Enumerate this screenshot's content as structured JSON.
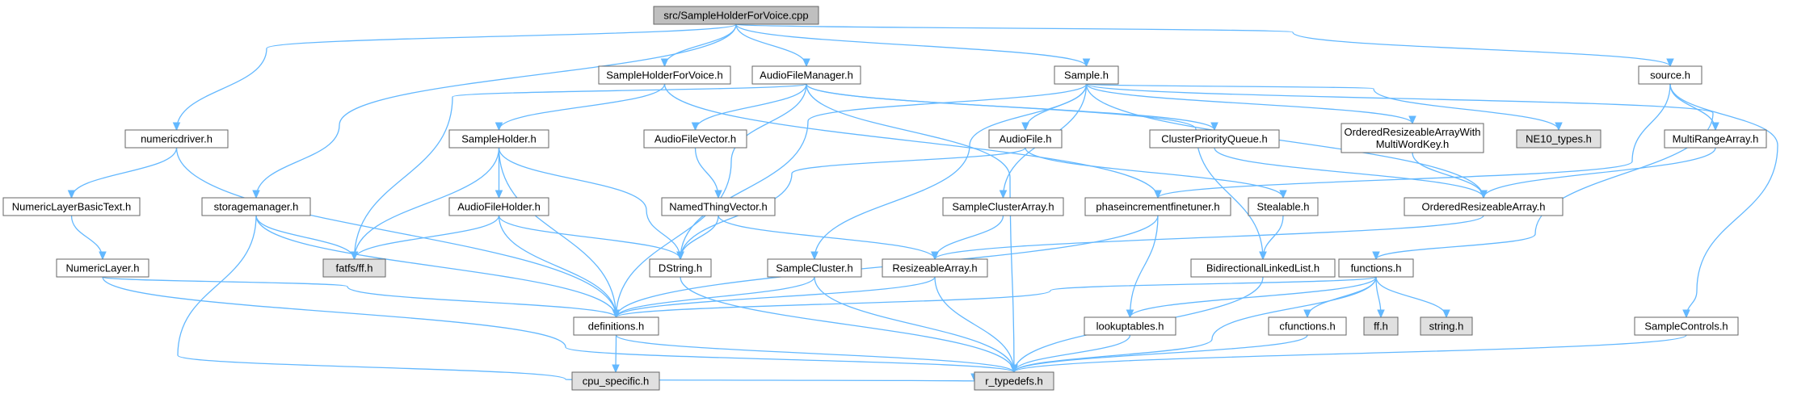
{
  "diagram": {
    "colors": {
      "edge": "#63b8ff",
      "node_fill": "#ffffff",
      "root_fill": "#bfbfbf",
      "external_fill": "#e0e0e0",
      "border": "#666666",
      "text": "#000000"
    },
    "nodes": [
      {
        "id": "root",
        "lines": [
          "src/SampleHolderForVoice.cpp"
        ],
        "style": "root"
      },
      {
        "id": "numericdriver",
        "lines": [
          "numericdriver.h"
        ],
        "style": "normal"
      },
      {
        "id": "storagemanager",
        "lines": [
          "storagemanager.h"
        ],
        "style": "normal"
      },
      {
        "id": "shfv_h",
        "lines": [
          "SampleHolderForVoice.h"
        ],
        "style": "normal"
      },
      {
        "id": "audiofilemanager",
        "lines": [
          "AudioFileManager.h"
        ],
        "style": "normal"
      },
      {
        "id": "sample",
        "lines": [
          "Sample.h"
        ],
        "style": "normal"
      },
      {
        "id": "source",
        "lines": [
          "source.h"
        ],
        "style": "normal"
      },
      {
        "id": "numericlayerbasictext",
        "lines": [
          "NumericLayerBasicText.h"
        ],
        "style": "normal"
      },
      {
        "id": "numericlayer",
        "lines": [
          "NumericLayer.h"
        ],
        "style": "normal"
      },
      {
        "id": "sampleholder",
        "lines": [
          "SampleHolder.h"
        ],
        "style": "normal"
      },
      {
        "id": "audiofileholder",
        "lines": [
          "AudioFileHolder.h"
        ],
        "style": "normal"
      },
      {
        "id": "fatfs",
        "lines": [
          "fatfs/ff.h"
        ],
        "style": "external"
      },
      {
        "id": "audiofilevector",
        "lines": [
          "AudioFileVector.h"
        ],
        "style": "normal"
      },
      {
        "id": "namedthingvector",
        "lines": [
          "NamedThingVector.h"
        ],
        "style": "normal"
      },
      {
        "id": "dstring",
        "lines": [
          "DString.h"
        ],
        "style": "normal"
      },
      {
        "id": "audiofile",
        "lines": [
          "AudioFile.h"
        ],
        "style": "normal"
      },
      {
        "id": "sampleclusterarray",
        "lines": [
          "SampleClusterArray.h"
        ],
        "style": "normal"
      },
      {
        "id": "samplecluster",
        "lines": [
          "SampleCluster.h"
        ],
        "style": "normal"
      },
      {
        "id": "resizeablearray",
        "lines": [
          "ResizeableArray.h"
        ],
        "style": "normal"
      },
      {
        "id": "clusterpriorityqueue",
        "lines": [
          "ClusterPriorityQueue.h"
        ],
        "style": "normal"
      },
      {
        "id": "phaseincrement",
        "lines": [
          "phaseincrementfinetuner.h"
        ],
        "style": "normal"
      },
      {
        "id": "stealable",
        "lines": [
          "Stealable.h"
        ],
        "style": "normal"
      },
      {
        "id": "bidirectional",
        "lines": [
          "BidirectionalLinkedList.h"
        ],
        "style": "normal"
      },
      {
        "id": "ora_multi",
        "lines": [
          "OrderedResizeableArrayWith",
          "MultiWordKey.h"
        ],
        "style": "normal"
      },
      {
        "id": "ora",
        "lines": [
          "OrderedResizeableArray.h"
        ],
        "style": "normal"
      },
      {
        "id": "ne10",
        "lines": [
          "NE10_types.h"
        ],
        "style": "external"
      },
      {
        "id": "multirange",
        "lines": [
          "MultiRangeArray.h"
        ],
        "style": "normal"
      },
      {
        "id": "functions",
        "lines": [
          "functions.h"
        ],
        "style": "normal"
      },
      {
        "id": "definitions",
        "lines": [
          "definitions.h"
        ],
        "style": "normal"
      },
      {
        "id": "lookuptables",
        "lines": [
          "lookuptables.h"
        ],
        "style": "normal"
      },
      {
        "id": "cfunctions",
        "lines": [
          "cfunctions.h"
        ],
        "style": "normal"
      },
      {
        "id": "ff_h",
        "lines": [
          "ff.h"
        ],
        "style": "external"
      },
      {
        "id": "string_h",
        "lines": [
          "string.h"
        ],
        "style": "external"
      },
      {
        "id": "samplecontrols",
        "lines": [
          "SampleControls.h"
        ],
        "style": "normal"
      },
      {
        "id": "cpu_specific",
        "lines": [
          "cpu_specific.h"
        ],
        "style": "external"
      },
      {
        "id": "r_typedefs",
        "lines": [
          "r_typedefs.h"
        ],
        "style": "external"
      }
    ],
    "edges": [
      [
        "root",
        "numericdriver"
      ],
      [
        "root",
        "storagemanager"
      ],
      [
        "root",
        "shfv_h"
      ],
      [
        "root",
        "audiofilemanager"
      ],
      [
        "root",
        "sample"
      ],
      [
        "root",
        "source"
      ],
      [
        "numericdriver",
        "numericlayerbasictext"
      ],
      [
        "numericdriver",
        "definitions"
      ],
      [
        "numericlayerbasictext",
        "numericlayer"
      ],
      [
        "numericlayer",
        "definitions"
      ],
      [
        "numericlayer",
        "r_typedefs"
      ],
      [
        "storagemanager",
        "fatfs"
      ],
      [
        "storagemanager",
        "definitions"
      ],
      [
        "storagemanager",
        "r_typedefs"
      ],
      [
        "shfv_h",
        "sampleholder"
      ],
      [
        "shfv_h",
        "phaseincrement"
      ],
      [
        "audiofilemanager",
        "fatfs"
      ],
      [
        "audiofilemanager",
        "audiofilevector"
      ],
      [
        "audiofilemanager",
        "clusterpriorityqueue"
      ],
      [
        "audiofilemanager",
        "bidirectional"
      ],
      [
        "audiofilemanager",
        "definitions"
      ],
      [
        "audiofilemanager",
        "r_typedefs"
      ],
      [
        "sampleholder",
        "fatfs"
      ],
      [
        "sampleholder",
        "audiofileholder"
      ],
      [
        "sampleholder",
        "dstring"
      ],
      [
        "sampleholder",
        "definitions"
      ],
      [
        "audiofileholder",
        "fatfs"
      ],
      [
        "audiofileholder",
        "dstring"
      ],
      [
        "audiofileholder",
        "definitions"
      ],
      [
        "audiofilevector",
        "namedthingvector"
      ],
      [
        "namedthingvector",
        "dstring"
      ],
      [
        "namedthingvector",
        "resizeablearray"
      ],
      [
        "sample",
        "dstring"
      ],
      [
        "sample",
        "audiofile"
      ],
      [
        "sample",
        "sampleclusterarray"
      ],
      [
        "sample",
        "samplecluster"
      ],
      [
        "sample",
        "ora_multi"
      ],
      [
        "sample",
        "ora"
      ],
      [
        "sample",
        "ne10"
      ],
      [
        "sample",
        "functions"
      ],
      [
        "audiofile",
        "dstring"
      ],
      [
        "audiofile",
        "stealable"
      ],
      [
        "sampleclusterarray",
        "resizeablearray"
      ],
      [
        "samplecluster",
        "definitions"
      ],
      [
        "samplecluster",
        "r_typedefs"
      ],
      [
        "clusterpriorityqueue",
        "ora"
      ],
      [
        "ora_multi",
        "ora"
      ],
      [
        "ora",
        "resizeablearray"
      ],
      [
        "resizeablearray",
        "definitions"
      ],
      [
        "resizeablearray",
        "r_typedefs"
      ],
      [
        "stealable",
        "bidirectional"
      ],
      [
        "bidirectional",
        "r_typedefs"
      ],
      [
        "phaseincrement",
        "lookuptables"
      ],
      [
        "phaseincrement",
        "definitions"
      ],
      [
        "source",
        "multirange"
      ],
      [
        "source",
        "phaseincrement"
      ],
      [
        "source",
        "samplecontrols"
      ],
      [
        "multirange",
        "ora"
      ],
      [
        "dstring",
        "r_typedefs"
      ],
      [
        "functions",
        "definitions"
      ],
      [
        "functions",
        "lookuptables"
      ],
      [
        "functions",
        "cfunctions"
      ],
      [
        "functions",
        "ff_h"
      ],
      [
        "functions",
        "string_h"
      ],
      [
        "functions",
        "r_typedefs"
      ],
      [
        "lookuptables",
        "r_typedefs"
      ],
      [
        "cfunctions",
        "r_typedefs"
      ],
      [
        "samplecontrols",
        "r_typedefs"
      ],
      [
        "definitions",
        "cpu_specific"
      ],
      [
        "definitions",
        "r_typedefs"
      ]
    ]
  }
}
